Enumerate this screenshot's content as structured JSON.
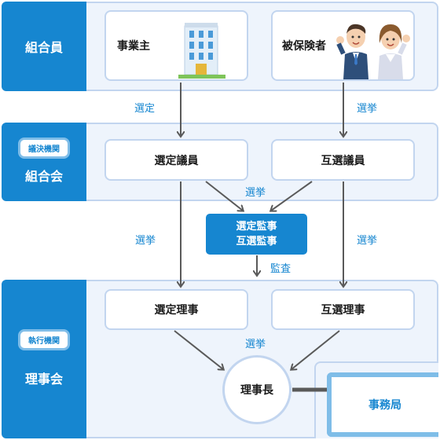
{
  "members_band": {
    "label": "組合員"
  },
  "employer": {
    "label": "事業主"
  },
  "insured": {
    "label": "被保険者"
  },
  "assembly_band": {
    "tag": "議決機関",
    "label": "組合会"
  },
  "elected_councilor": {
    "label": "選定議員"
  },
  "mutual_councilor": {
    "label": "互選議員"
  },
  "auditors": {
    "line1": "選定監事",
    "line2": "互選監事"
  },
  "board_band": {
    "tag": "執行機関",
    "label": "理事会"
  },
  "elected_director": {
    "label": "選定理事"
  },
  "mutual_director": {
    "label": "互選理事"
  },
  "chairman": {
    "label": "理事長"
  },
  "office": {
    "label": "事務局"
  },
  "edges": {
    "select": "選定",
    "elect_top": "選挙",
    "elect_auditor": "選挙",
    "elect_left": "選挙",
    "elect_right": "選挙",
    "audit": "監査",
    "elect_chair": "選挙"
  },
  "colors": {
    "accent": "#1686d0",
    "band_bg": "#eef4fc",
    "border": "#c2d5ef",
    "arrow": "#5a5a5a"
  }
}
